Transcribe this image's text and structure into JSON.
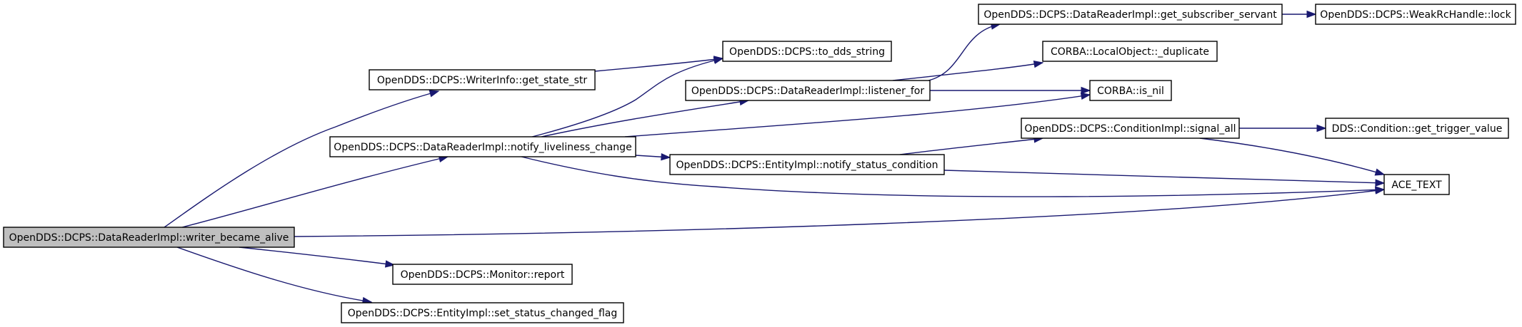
{
  "diagram": {
    "colors": {
      "edge": "#191970",
      "root_fill": "#bfbfbf",
      "node_fill": "#ffffff",
      "border": "#000000"
    },
    "nodes": [
      {
        "id": "writer_became_alive",
        "label": "OpenDDS::DCPS::DataReaderImpl::writer_became_alive",
        "root": true
      },
      {
        "id": "get_state_str",
        "label": "OpenDDS::DCPS::WriterInfo::get_state_str"
      },
      {
        "id": "notify_liveliness_change",
        "label": "OpenDDS::DCPS::DataReaderImpl::notify_liveliness_change"
      },
      {
        "id": "monitor_report",
        "label": "OpenDDS::DCPS::Monitor::report"
      },
      {
        "id": "set_status_changed_flag",
        "label": "OpenDDS::DCPS::EntityImpl::set_status_changed_flag"
      },
      {
        "id": "to_dds_string",
        "label": "OpenDDS::DCPS::to_dds_string"
      },
      {
        "id": "listener_for",
        "label": "OpenDDS::DCPS::DataReaderImpl::listener_for"
      },
      {
        "id": "notify_status_condition",
        "label": "OpenDDS::DCPS::EntityImpl::notify_status_condition"
      },
      {
        "id": "get_subscriber_servant",
        "label": "OpenDDS::DCPS::DataReaderImpl::get_subscriber_servant"
      },
      {
        "id": "local_duplicate",
        "label": "CORBA::LocalObject::_duplicate"
      },
      {
        "id": "is_nil",
        "label": "CORBA::is_nil"
      },
      {
        "id": "signal_all",
        "label": "OpenDDS::DCPS::ConditionImpl::signal_all"
      },
      {
        "id": "weak_lock",
        "label": "OpenDDS::DCPS::WeakRcHandle::lock"
      },
      {
        "id": "get_trigger_value",
        "label": "DDS::Condition::get_trigger_value"
      },
      {
        "id": "ace_text",
        "label": "ACE_TEXT"
      }
    ],
    "edges": [
      {
        "from": "writer_became_alive",
        "to": "get_state_str"
      },
      {
        "from": "writer_became_alive",
        "to": "notify_liveliness_change"
      },
      {
        "from": "writer_became_alive",
        "to": "ace_text"
      },
      {
        "from": "writer_became_alive",
        "to": "monitor_report"
      },
      {
        "from": "writer_became_alive",
        "to": "set_status_changed_flag"
      },
      {
        "from": "get_state_str",
        "to": "to_dds_string"
      },
      {
        "from": "notify_liveliness_change",
        "to": "to_dds_string"
      },
      {
        "from": "notify_liveliness_change",
        "to": "listener_for"
      },
      {
        "from": "notify_liveliness_change",
        "to": "is_nil"
      },
      {
        "from": "notify_liveliness_change",
        "to": "notify_status_condition"
      },
      {
        "from": "notify_liveliness_change",
        "to": "ace_text"
      },
      {
        "from": "listener_for",
        "to": "get_subscriber_servant"
      },
      {
        "from": "listener_for",
        "to": "local_duplicate"
      },
      {
        "from": "listener_for",
        "to": "is_nil"
      },
      {
        "from": "get_subscriber_servant",
        "to": "weak_lock"
      },
      {
        "from": "notify_status_condition",
        "to": "signal_all"
      },
      {
        "from": "notify_status_condition",
        "to": "ace_text"
      },
      {
        "from": "signal_all",
        "to": "get_trigger_value"
      },
      {
        "from": "signal_all",
        "to": "ace_text"
      }
    ]
  }
}
